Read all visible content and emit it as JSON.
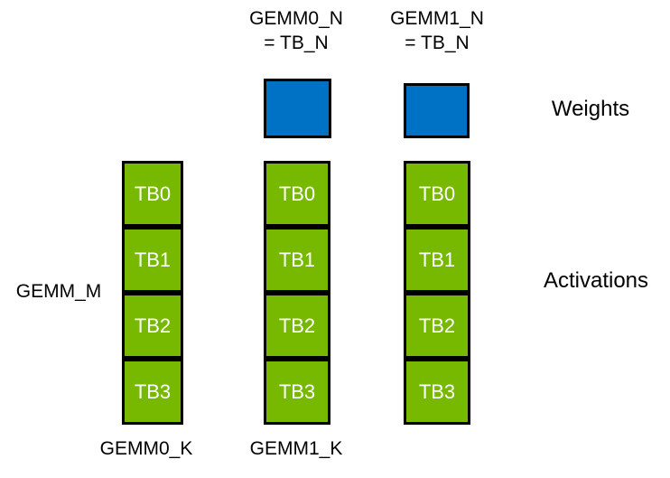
{
  "colors": {
    "activation_green": "#76B900",
    "weight_blue": "#0072C6",
    "border": "#000000",
    "cell_text": "#FFFFFF",
    "label_text": "#000000",
    "background": "#FFFFFF"
  },
  "titles": [
    {
      "line1": "GEMM0_N",
      "line2": "= TB_N"
    },
    {
      "line1": "GEMM1_N",
      "line2": "= TB_N"
    }
  ],
  "labels": {
    "left": "GEMM_M",
    "weights": "Weights",
    "activations": "Activations",
    "bottom": [
      "GEMM0_K",
      "GEMM1_K"
    ]
  },
  "columns": [
    {
      "cells": [
        "TB0",
        "TB1",
        "TB2",
        "TB3"
      ]
    },
    {
      "cells": [
        "TB0",
        "TB1",
        "TB2",
        "TB3"
      ]
    },
    {
      "cells": [
        "TB0",
        "TB1",
        "TB2",
        "TB3"
      ]
    }
  ]
}
